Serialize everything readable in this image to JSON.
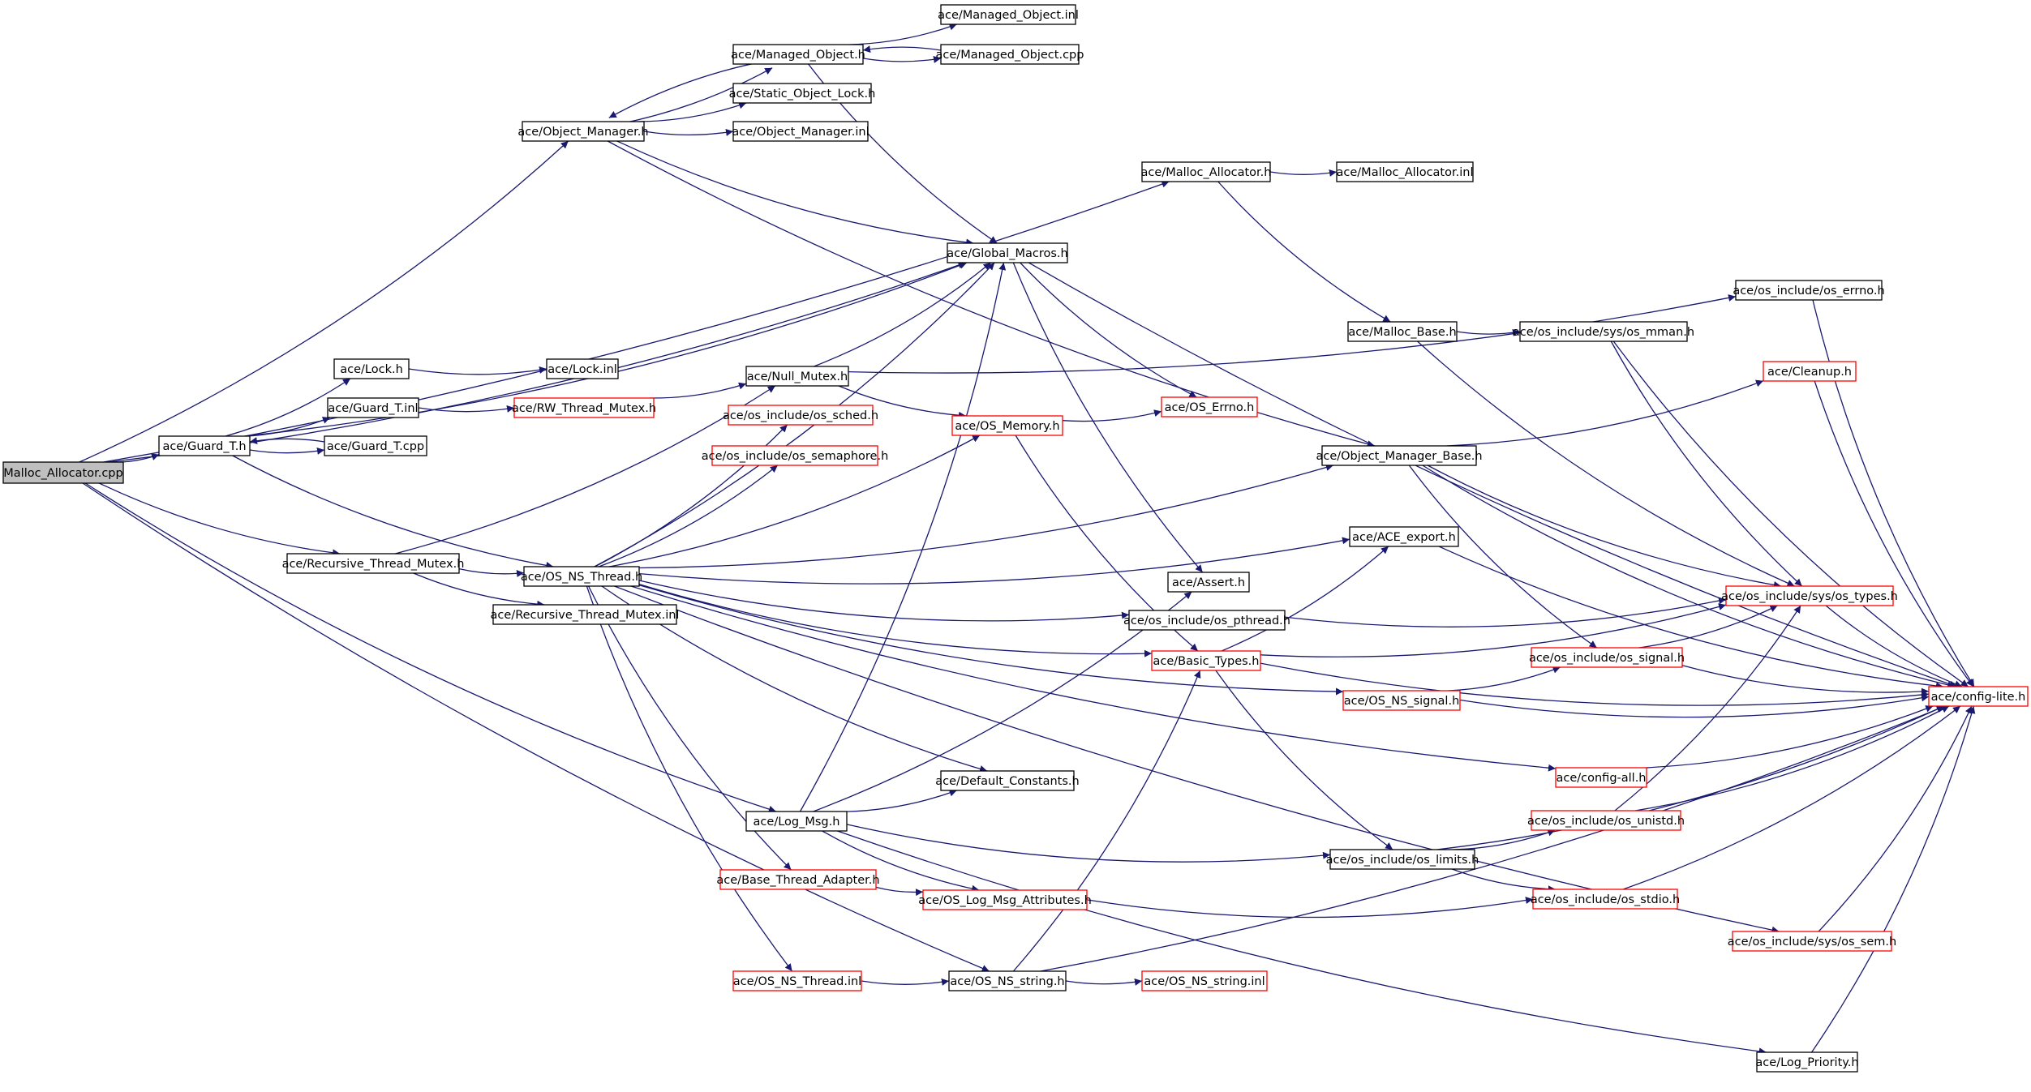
{
  "colors": {
    "edge": "#191970",
    "node_border_linked": "#000000",
    "node_border_unlinked": "#ff0000",
    "root_fill": "#bfbfbf",
    "node_fill": "#ffffff"
  },
  "nodes": [
    {
      "id": "malloc_cpp",
      "label": "Malloc_Allocator.cpp",
      "root": true
    },
    {
      "id": "guard_h",
      "label": "ace/Guard_T.h"
    },
    {
      "id": "object_manager_h",
      "label": "ace/Object_Manager.h"
    },
    {
      "id": "managed_object_h",
      "label": "ace/Managed_Object.h"
    },
    {
      "id": "managed_object_inl",
      "label": "ace/Managed_Object.inl"
    },
    {
      "id": "managed_object_cpp",
      "label": "ace/Managed_Object.cpp"
    },
    {
      "id": "static_object_lock_h",
      "label": "ace/Static_Object_Lock.h"
    },
    {
      "id": "object_manager_inl",
      "label": "ace/Object_Manager.inl"
    },
    {
      "id": "malloc_allocator_h",
      "label": "ace/Malloc_Allocator.h"
    },
    {
      "id": "malloc_allocator_inl",
      "label": "ace/Malloc_Allocator.inl"
    },
    {
      "id": "global_macros_h",
      "label": "ace/Global_Macros.h"
    },
    {
      "id": "os_errno_h",
      "label": "ace/os_include/os_errno.h"
    },
    {
      "id": "malloc_base_h",
      "label": "ace/Malloc_Base.h"
    },
    {
      "id": "os_mman_h",
      "label": "ace/os_include/sys/os_mman.h"
    },
    {
      "id": "lock_h",
      "label": "ace/Lock.h"
    },
    {
      "id": "lock_inl",
      "label": "ace/Lock.inl"
    },
    {
      "id": "guard_inl",
      "label": "ace/Guard_T.inl"
    },
    {
      "id": "rw_thread_mutex_h",
      "label": "ace/RW_Thread_Mutex.h",
      "red": true
    },
    {
      "id": "null_mutex_h",
      "label": "ace/Null_Mutex.h"
    },
    {
      "id": "guard_cpp",
      "label": "ace/Guard_T.cpp"
    },
    {
      "id": "cleanup_h",
      "label": "ace/Cleanup.h",
      "red": true
    },
    {
      "id": "os_sched_h",
      "label": "ace/os_include/os_sched.h",
      "red": true
    },
    {
      "id": "os_memory_h",
      "label": "ace/OS_Memory.h",
      "red": true
    },
    {
      "id": "os_errno_red_h",
      "label": "ace/OS_Errno.h",
      "red": true
    },
    {
      "id": "os_semaphore_h",
      "label": "ace/os_include/os_semaphore.h",
      "red": true
    },
    {
      "id": "object_manager_base_h",
      "label": "ace/Object_Manager_Base.h"
    },
    {
      "id": "recursive_thread_mutex_h",
      "label": "ace/Recursive_Thread_Mutex.h"
    },
    {
      "id": "os_ns_thread_h",
      "label": "ace/OS_NS_Thread.h"
    },
    {
      "id": "ace_export_h",
      "label": "ace/ACE_export.h"
    },
    {
      "id": "assert_h",
      "label": "ace/Assert.h"
    },
    {
      "id": "recursive_thread_mutex_inl",
      "label": "ace/Recursive_Thread_Mutex.inl"
    },
    {
      "id": "os_pthread_h",
      "label": "ace/os_include/os_pthread.h"
    },
    {
      "id": "sys_os_types_h",
      "label": "ace/os_include/sys/os_types.h",
      "red": true
    },
    {
      "id": "basic_types_h",
      "label": "ace/Basic_Types.h",
      "red": true
    },
    {
      "id": "os_signal_h",
      "label": "ace/os_include/os_signal.h",
      "red": true
    },
    {
      "id": "config_lite_h",
      "label": "ace/config-lite.h",
      "red": true
    },
    {
      "id": "os_ns_signal_h",
      "label": "ace/OS_NS_signal.h",
      "red": true
    },
    {
      "id": "config_all_h",
      "label": "ace/config-all.h",
      "red": true
    },
    {
      "id": "default_constants_h",
      "label": "ace/Default_Constants.h"
    },
    {
      "id": "log_msg_h",
      "label": "ace/Log_Msg.h"
    },
    {
      "id": "os_unistd_h",
      "label": "ace/os_include/os_unistd.h",
      "red": true
    },
    {
      "id": "os_limits_h",
      "label": "ace/os_include/os_limits.h"
    },
    {
      "id": "base_thread_adapter_h",
      "label": "ace/Base_Thread_Adapter.h",
      "red": true
    },
    {
      "id": "os_log_msg_attributes_h",
      "label": "ace/OS_Log_Msg_Attributes.h",
      "red": true
    },
    {
      "id": "os_stdio_h",
      "label": "ace/os_include/os_stdio.h",
      "red": true
    },
    {
      "id": "sys_os_sem_h",
      "label": "ace/os_include/sys/os_sem.h",
      "red": true
    },
    {
      "id": "os_ns_thread_inl",
      "label": "ace/OS_NS_Thread.inl",
      "red": true
    },
    {
      "id": "os_ns_string_h",
      "label": "ace/OS_NS_string.h"
    },
    {
      "id": "os_ns_string_inl",
      "label": "ace/OS_NS_string.inl",
      "red": true
    },
    {
      "id": "log_priority_h",
      "label": "ace/Log_Priority.h"
    }
  ],
  "edges": [
    [
      "malloc_cpp",
      "guard_h"
    ],
    [
      "malloc_cpp",
      "object_manager_h"
    ],
    [
      "malloc_cpp",
      "malloc_allocator_h"
    ],
    [
      "malloc_cpp",
      "global_macros_h"
    ],
    [
      "malloc_cpp",
      "recursive_thread_mutex_h"
    ],
    [
      "malloc_cpp",
      "log_msg_h"
    ],
    [
      "malloc_cpp",
      "os_ns_string_h"
    ],
    [
      "guard_h",
      "lock_h"
    ],
    [
      "guard_h",
      "guard_inl"
    ],
    [
      "guard_h",
      "guard_cpp"
    ],
    [
      "guard_h",
      "global_macros_h"
    ],
    [
      "guard_h",
      "os_ns_thread_h"
    ],
    [
      "guard_cpp",
      "guard_h"
    ],
    [
      "lock_h",
      "lock_inl"
    ],
    [
      "guard_inl",
      "rw_thread_mutex_h"
    ],
    [
      "rw_thread_mutex_h",
      "null_mutex_h"
    ],
    [
      "object_manager_h",
      "managed_object_h"
    ],
    [
      "object_manager_h",
      "static_object_lock_h"
    ],
    [
      "object_manager_h",
      "object_manager_inl"
    ],
    [
      "object_manager_h",
      "global_macros_h"
    ],
    [
      "object_manager_h",
      "object_manager_base_h"
    ],
    [
      "managed_object_h",
      "object_manager_h"
    ],
    [
      "managed_object_h",
      "managed_object_inl"
    ],
    [
      "managed_object_h",
      "managed_object_cpp"
    ],
    [
      "managed_object_h",
      "global_macros_h"
    ],
    [
      "managed_object_cpp",
      "managed_object_h"
    ],
    [
      "malloc_allocator_h",
      "malloc_allocator_inl"
    ],
    [
      "malloc_allocator_h",
      "malloc_base_h"
    ],
    [
      "global_macros_h",
      "config_lite_h"
    ],
    [
      "global_macros_h",
      "os_errno_red_h"
    ],
    [
      "global_macros_h",
      "assert_h"
    ],
    [
      "null_mutex_h",
      "global_macros_h"
    ],
    [
      "null_mutex_h",
      "os_errno_h"
    ],
    [
      "null_mutex_h",
      "os_memory_h"
    ],
    [
      "os_errno_h",
      "config_lite_h"
    ],
    [
      "malloc_base_h",
      "os_mman_h"
    ],
    [
      "malloc_base_h",
      "sys_os_types_h"
    ],
    [
      "os_mman_h",
      "config_lite_h"
    ],
    [
      "os_mman_h",
      "sys_os_types_h"
    ],
    [
      "os_memory_h",
      "os_errno_red_h"
    ],
    [
      "os_memory_h",
      "basic_types_h"
    ],
    [
      "object_manager_base_h",
      "cleanup_h"
    ],
    [
      "object_manager_base_h",
      "config_lite_h"
    ],
    [
      "object_manager_base_h",
      "sys_os_types_h"
    ],
    [
      "object_manager_base_h",
      "os_signal_h"
    ],
    [
      "cleanup_h",
      "config_lite_h"
    ],
    [
      "recursive_thread_mutex_h",
      "null_mutex_h"
    ],
    [
      "recursive_thread_mutex_h",
      "os_ns_thread_h"
    ],
    [
      "recursive_thread_mutex_h",
      "recursive_thread_mutex_inl"
    ],
    [
      "os_ns_thread_h",
      "global_macros_h"
    ],
    [
      "os_ns_thread_h",
      "os_sched_h"
    ],
    [
      "os_ns_thread_h",
      "os_semaphore_h"
    ],
    [
      "os_ns_thread_h",
      "os_memory_h"
    ],
    [
      "os_ns_thread_h",
      "object_manager_base_h"
    ],
    [
      "os_ns_thread_h",
      "ace_export_h"
    ],
    [
      "os_ns_thread_h",
      "os_pthread_h"
    ],
    [
      "os_ns_thread_h",
      "basic_types_h"
    ],
    [
      "os_ns_thread_h",
      "os_ns_signal_h"
    ],
    [
      "os_ns_thread_h",
      "config_all_h"
    ],
    [
      "os_ns_thread_h",
      "default_constants_h"
    ],
    [
      "os_ns_thread_h",
      "base_thread_adapter_h"
    ],
    [
      "os_ns_thread_h",
      "sys_os_sem_h"
    ],
    [
      "os_ns_thread_h",
      "os_ns_thread_inl"
    ],
    [
      "ace_export_h",
      "config_lite_h"
    ],
    [
      "os_pthread_h",
      "sys_os_types_h"
    ],
    [
      "basic_types_h",
      "ace_export_h"
    ],
    [
      "basic_types_h",
      "config_lite_h"
    ],
    [
      "basic_types_h",
      "sys_os_types_h"
    ],
    [
      "basic_types_h",
      "os_limits_h"
    ],
    [
      "sys_os_types_h",
      "config_lite_h"
    ],
    [
      "os_signal_h",
      "config_lite_h"
    ],
    [
      "os_signal_h",
      "sys_os_types_h"
    ],
    [
      "os_ns_signal_h",
      "os_signal_h"
    ],
    [
      "os_ns_signal_h",
      "config_lite_h"
    ],
    [
      "config_all_h",
      "config_lite_h"
    ],
    [
      "log_msg_h",
      "global_macros_h"
    ],
    [
      "log_msg_h",
      "default_constants_h"
    ],
    [
      "log_msg_h",
      "assert_h"
    ],
    [
      "log_msg_h",
      "os_limits_h"
    ],
    [
      "log_msg_h",
      "os_log_msg_attributes_h"
    ],
    [
      "log_msg_h",
      "log_priority_h"
    ],
    [
      "os_limits_h",
      "os_unistd_h"
    ],
    [
      "os_limits_h",
      "os_stdio_h"
    ],
    [
      "os_limits_h",
      "config_lite_h"
    ],
    [
      "os_unistd_h",
      "sys_os_types_h"
    ],
    [
      "os_unistd_h",
      "config_lite_h"
    ],
    [
      "base_thread_adapter_h",
      "os_log_msg_attributes_h"
    ],
    [
      "os_log_msg_attributes_h",
      "os_stdio_h"
    ],
    [
      "os_stdio_h",
      "config_lite_h"
    ],
    [
      "sys_os_sem_h",
      "config_lite_h"
    ],
    [
      "os_ns_thread_inl",
      "os_ns_string_h"
    ],
    [
      "os_ns_string_h",
      "basic_types_h"
    ],
    [
      "os_ns_string_h",
      "os_ns_string_inl"
    ],
    [
      "os_ns_string_h",
      "config_lite_h"
    ],
    [
      "log_priority_h",
      "config_lite_h"
    ]
  ]
}
